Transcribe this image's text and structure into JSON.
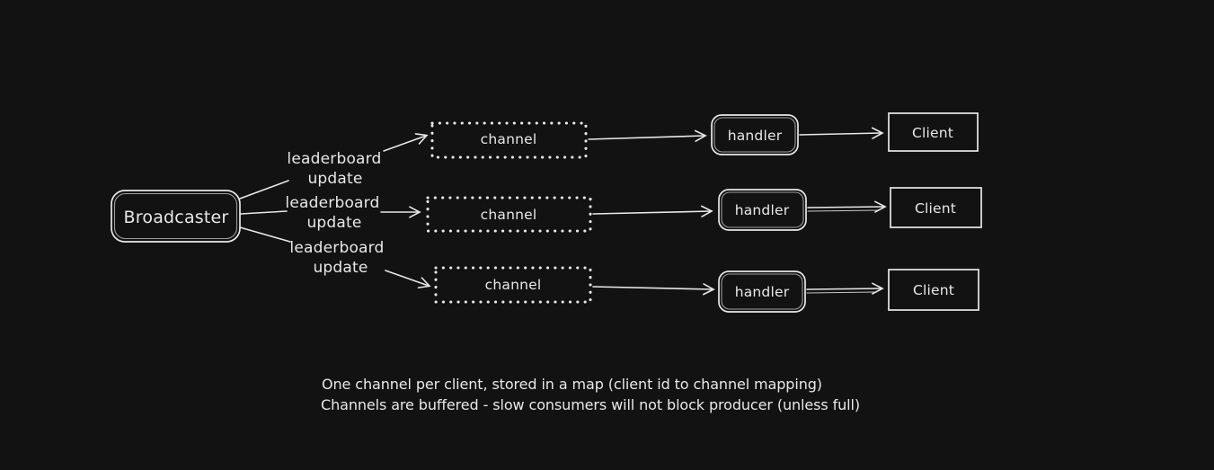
{
  "app": {
    "type": "whiteboard-diagram",
    "theme": "dark"
  },
  "colors": {
    "background": "#121212",
    "stroke": "#e8e8e8",
    "text": "#e8e8e8"
  },
  "diagram": {
    "broadcaster": {
      "label": "Broadcaster"
    },
    "edges": [
      {
        "label_line1": "leaderboard",
        "label_line2": "update"
      },
      {
        "label_line1": "leaderboard",
        "label_line2": "update"
      },
      {
        "label_line1": "leaderboard",
        "label_line2": "update"
      }
    ],
    "rows": [
      {
        "channel": "channel",
        "handler": "handler",
        "client": "Client"
      },
      {
        "channel": "channel",
        "handler": "handler",
        "client": "Client"
      },
      {
        "channel": "channel",
        "handler": "handler",
        "client": "Client"
      }
    ],
    "notes": [
      "One channel per client, stored in a map (client id to channel mapping)",
      "Channels are buffered - slow consumers will not block producer (unless full)"
    ]
  }
}
